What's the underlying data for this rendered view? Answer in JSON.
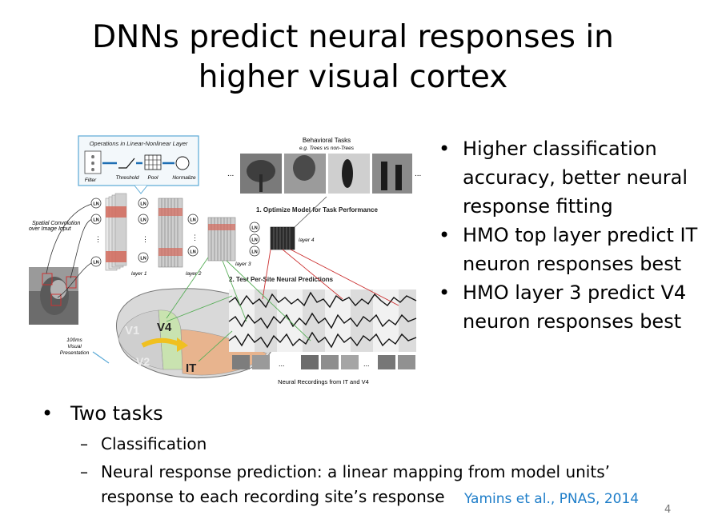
{
  "slide": {
    "title_line1": "DNNs predict neural responses in",
    "title_line2": "higher visual cortex",
    "right_bullets": [
      "Higher classification accuracy, better neural response fitting",
      "HMO top layer predict IT neuron responses best",
      "HMO layer 3 predict V4 neuron responses best"
    ],
    "left_bullet": "Two tasks",
    "sub_bullets": [
      "Classification",
      "Neural response prediction: a linear mapping from model units’",
      "response to each recording site’s response"
    ],
    "citation": "Yamins et al., PNAS, 2014",
    "page_number": "4"
  },
  "figure": {
    "ops_title": "Operations in Linear-Nonlinear Layer",
    "op_filter": "Filter",
    "op_threshold": "Threshold",
    "op_pool": "Pool",
    "op_normalize": "Normalize",
    "spatial_conv": "Spatial Convolution",
    "over_image": "over Image Input",
    "layer1": "layer 1",
    "layer2": "layer 2",
    "layer3": "layer 3",
    "layer4": "layer 4",
    "behavioral_tasks": "Behavioral Tasks",
    "trees_example": "e.g. Trees vs non-Trees",
    "step1": "1. Optimize Model for Task Performance",
    "step2": "2. Test Per-Site Neural Predictions",
    "presentation_line1": "100ms",
    "presentation_line2": "Visual",
    "presentation_line3": "Presentation",
    "v1": "V1",
    "v2": "V2",
    "v4": "V4",
    "it": "IT",
    "recordings": "Neural Recordings from IT and V4",
    "ln": "LN",
    "ellipsis": "..."
  }
}
